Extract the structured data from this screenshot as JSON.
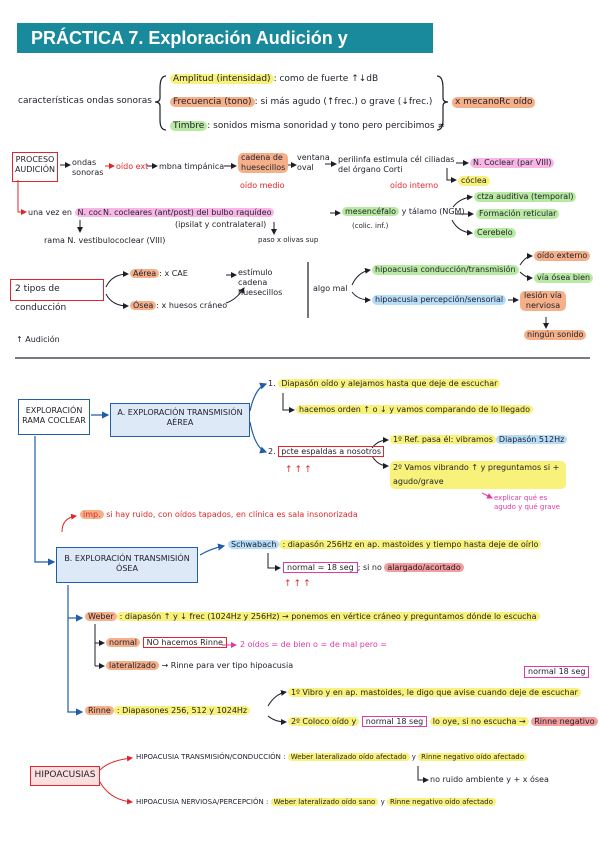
{
  "title": "PRÁCTICA 7. Exploración Audición y Equilibrio",
  "sec1": {
    "caract": "características ondas sonoras",
    "amp_label": "Amplitud (intensidad)",
    "amp_desc": ": como de fuerte ↑↓dB",
    "freq_label": "Frecuencia (tono)",
    "freq_desc": ": si más agudo (↑frec.) o grave (↓frec.)",
    "timbre_label": "Timbre",
    "timbre_desc": ": sonidos misma sonoridad y tono pero percibimos ≠",
    "mecano": "x mecanoRc oído",
    "proceso": "PROCESO AUDICIÓN",
    "ondas_sonoras": "ondas sonoras",
    "oido_ext": "oído ext",
    "mbna": "mbna timpánica",
    "cadena": "cadena de huesecillos",
    "oido_medio": "oído medio",
    "ventana": "ventana oval",
    "perilinfa": "perilinfa estimula cél ciliadas del órgano Corti",
    "oido_interno": "oído interno",
    "n_coclear_viii": "N. Coclear (par VIII)",
    "coclea": "cóclea",
    "una_vez": "una vez en",
    "n_coclear": "N. coclear",
    "nucleos": "N. cocleares (ant/post) del bulbo raquídeo",
    "ipsilat": "(ipsilat y contralateral)",
    "paso": "paso x olivas sup",
    "mesencefalo": "mesencéfalo",
    "colic": "(colic. inf.)",
    "talamo": "y tálamo (NGM)",
    "ctza": "ctza auditiva (temporal)",
    "formacion": "Formación reticular",
    "cerebelo": "Cerebelo",
    "rama": "rama N. vestibulococlear (VIII)",
    "tipos": "2 tipos de conducción",
    "aerea": "Aérea",
    "aerea_desc": ": x CAE",
    "estimulo": "estímulo cadena huesecillos",
    "osea": "Ósea",
    "osea_desc": ": x huesos cráneo",
    "algo_mal": "algo mal",
    "hipo_cond": "hipoacusia conducción/transmisión",
    "oido_externo": "oído externo",
    "via_osea": "vía ósea bien",
    "hipo_perc": "hipoacusia percepción/sensorial",
    "lesion": "lesión vía nerviosa",
    "ningun": "ningún sonido",
    "audicion": "↑ Audición"
  },
  "sec2": {
    "exploracion": "EXPLORACIÓN RAMA COCLEAR",
    "a_box": "A. EXPLORACIÓN TRANSMISIÓN AÉREA",
    "a1_prefix": "1.",
    "a1": "Diapasón oído y alejamos hasta que deje de escuchar",
    "a1b": "hacemos orden ↑ o ↓ y vamos comparando de lo llegado",
    "a2_prefix": "2.",
    "a2": "pcte espaldas a nosotros",
    "a2_arrows": "↑↑↑",
    "a21_prefix": "1º Ref. pasa él: vibramos",
    "a21": "Diapasón 512Hz",
    "a22": "2º Vamos vibrando ↑ y preguntamos si + agudo/grave",
    "explicar": "explicar qué es agudo y qué grave",
    "imp_label": "imp.",
    "imp": "si hay ruido, con oídos tapados, en clínica es sala insonorizada",
    "b_box": "B. EXPLORACIÓN TRANSMISIÓN ÓSEA",
    "schwabach": "Schwabach",
    "schwabach_desc": ": diapasón 256Hz en ap. mastoides y tiempo hasta deje de oírlo",
    "normal18": "normal = 18 seg",
    "si_no": "; si no",
    "alargado": "alargado/acortado",
    "arrows2": "↑↑↑",
    "weber": "Weber",
    "weber_desc": ": diapasón ↑ y ↓ frec (1024Hz y 256Hz) → ponemos en vértice cráneo y preguntamos dónde lo escucha",
    "normal_label": "normal",
    "no_hacemos": "NO hacemos Rinne",
    "oidos_bien": "2 oídos = de bien o = de mal pero =",
    "lateralizado": "lateralizado",
    "lat_desc": "→ Rinne para ver tipo hipoacusia",
    "rinne": "Rinne",
    "rinne_desc": ": Diapasones 256, 512 y 1024Hz",
    "rinne1": "1º Vibro y en ap. mastoides, le digo que avise cuando deje de escuchar",
    "normal18b": "normal 18 seg",
    "rinne2a": "2º Coloco oído y",
    "rinne2_box": "normal 18 seg",
    "rinne2b": "lo oye, si no escucha →",
    "rinne_neg": "Rinne negativo",
    "hipoacusias": "HIPOACUSIAS",
    "ht_label": "HIPOACUSIA TRANSMISIÓN/CONDUCCIÓN :",
    "ht_weber": "Weber lateralizado oído afectado",
    "ht_y": "y",
    "ht_rinne": "Rinne negativo oído afectado",
    "ht_sub": "no ruido ambiente y + x ósea",
    "hn_label": "HIPOACUSIA NERVIOSA/PERCEPCIÓN :",
    "hn_weber": "Weber lateralizado oído sano",
    "hn_y": "y",
    "hn_rinne": "Rinne negativo oído afectado"
  },
  "colors": {
    "teal": "#19899c",
    "yellow": "#f8f17a",
    "orange": "#f5b08a",
    "green": "#b9eaa3",
    "blue": "#b6dcf7",
    "pink": "#f7b6e6",
    "red": "#e0262a",
    "navy": "#1f5ea8"
  }
}
